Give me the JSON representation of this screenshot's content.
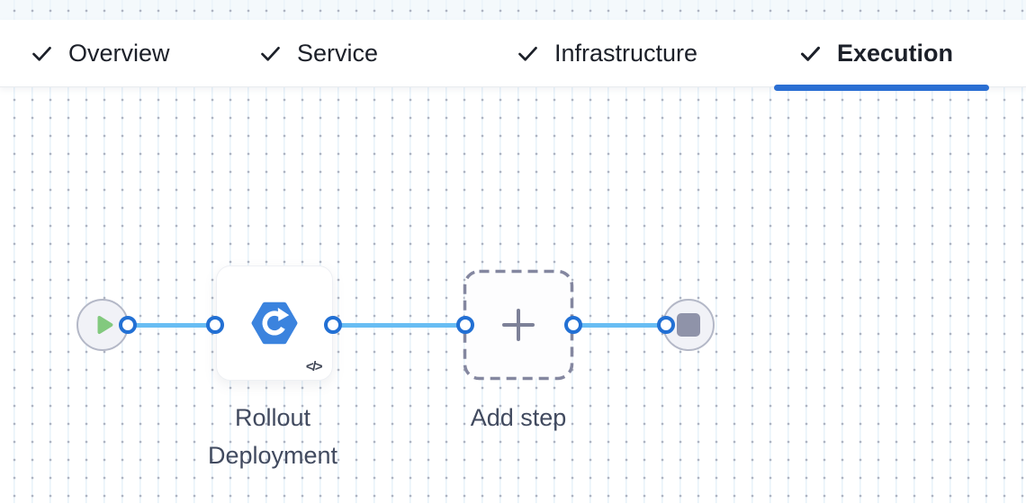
{
  "tabs": [
    {
      "label": "Overview",
      "completed": true,
      "active": false
    },
    {
      "label": "Service",
      "completed": true,
      "active": false
    },
    {
      "label": "Infrastructure",
      "completed": true,
      "active": false
    },
    {
      "label": "Execution",
      "completed": true,
      "active": true
    }
  ],
  "pipeline": {
    "start_node": {
      "type": "start",
      "icon": "play-icon"
    },
    "steps": [
      {
        "label": "Rollout Deployment",
        "icon": "k8s-rollout-icon",
        "badge": "</>"
      }
    ],
    "add_step": {
      "label": "Add step",
      "icon": "plus-icon"
    },
    "end_node": {
      "type": "stop",
      "icon": "stop-icon"
    }
  },
  "colors": {
    "active_tab_underline": "#2b6fd3",
    "connector_line": "#68bdf3",
    "port_ring": "#2270d4",
    "play_green": "#82c97e",
    "stop_gray": "#8f93a9",
    "step_icon_blue": "#3b83de",
    "label_text": "#414a5f",
    "tab_text": "#1c2029"
  }
}
